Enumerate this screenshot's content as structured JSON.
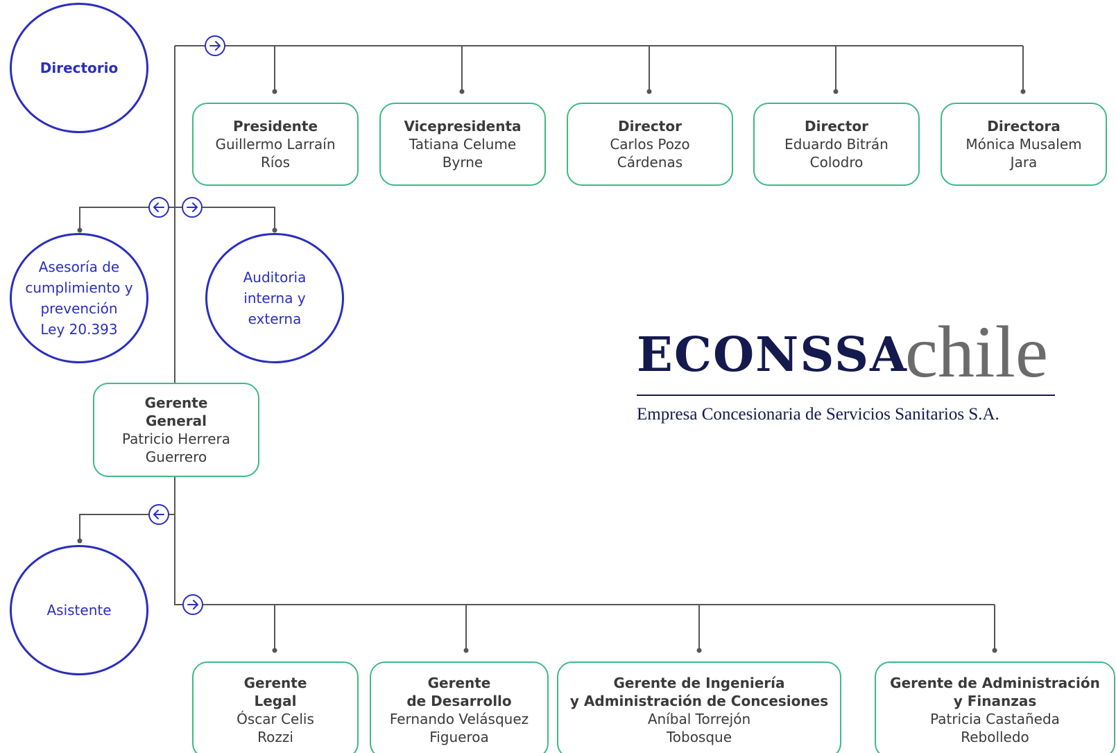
{
  "colors": {
    "circle_border": "#2a2ec0",
    "box_border": "#3dba86",
    "connector": "#555555",
    "brand": "#141a4e"
  },
  "circles": {
    "directorio": "Directorio",
    "asesoria": "Asesoría de\ncumplimiento y\nprevención\nLey 20.393",
    "auditoria": "Auditoria\ninterna y\nexterna",
    "asistente": "Asistente"
  },
  "board": [
    {
      "role": "Presidente",
      "name": "Guillermo Larraín\nRíos"
    },
    {
      "role": "Vicepresidenta",
      "name": "Tatiana Celume\nByrne"
    },
    {
      "role": "Director",
      "name": "Carlos Pozo\nCárdenas"
    },
    {
      "role": "Director",
      "name": "Eduardo Bitrán\nColodro"
    },
    {
      "role": "Directora",
      "name": "Mónica Musalem\nJara"
    }
  ],
  "gm": {
    "role": "Gerente\nGeneral",
    "name": "Patricio Herrera\nGuerrero"
  },
  "managers": [
    {
      "role": "Gerente\nLegal",
      "name": "Óscar Celis\nRozzi"
    },
    {
      "role": "Gerente\nde Desarrollo",
      "name": "Fernando Velásquez\nFigueroa"
    },
    {
      "role": "Gerente de Ingeniería\ny Administración de Concesiones",
      "name": "Aníbal Torrejón\nTobosque"
    },
    {
      "role": "Gerente de Administración\ny Finanzas",
      "name": "Patricia Castañeda\nRebolledo"
    }
  ],
  "logo": {
    "brand": "ECONSSA",
    "suffix": "chile",
    "tagline": "Empresa Concesionaria de Servicios Sanitarios S.A."
  }
}
